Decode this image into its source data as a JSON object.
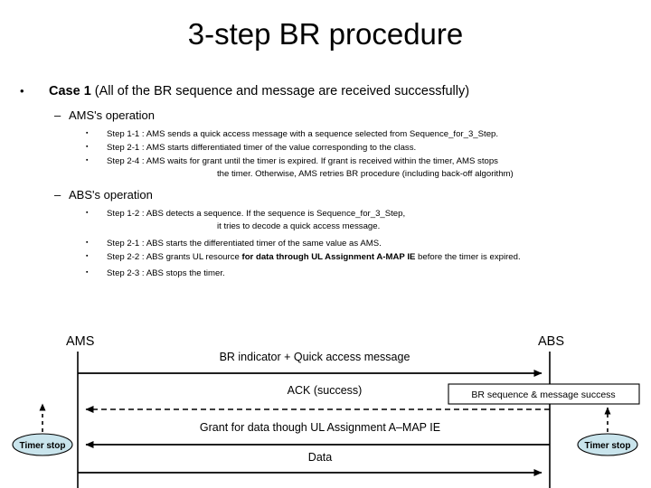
{
  "slide": {
    "title": "3-step BR procedure",
    "bullet_marker": "•",
    "dash_marker": "–",
    "square_marker": "▪"
  },
  "case": {
    "label_bold": "Case 1",
    "label_rest": "(All of the BR sequence and message are received successfully)"
  },
  "sections": [
    {
      "heading": "AMS's operation",
      "steps": [
        {
          "text": "Step 1-1 : AMS sends a quick access message with a sequence selected from Sequence_for_3_Step.",
          "cont": ""
        },
        {
          "text": "Step 2-1 : AMS starts differentiated timer of the value corresponding to the class.",
          "cont": ""
        },
        {
          "text": "Step 2-4 : AMS waits for grant until the timer is expired. If grant is received within the timer, AMS stops",
          "cont": "the timer. Otherwise, AMS retries BR procedure (including back-off  algorithm)"
        }
      ]
    },
    {
      "heading": "ABS's operation",
      "steps": [
        {
          "text": "Step 1-2 : ABS detects a sequence. If the sequence is Sequence_for_3_Step,",
          "cont": "it tries to decode a quick access message."
        },
        {
          "text": "Step 2-1 : ABS starts the differentiated timer of the same value as AMS.",
          "cont": ""
        },
        {
          "text_pre": "Step 2-2 : ABS grants UL resource ",
          "text_bold": "for data through UL Assignment A-MAP IE",
          "text_post": " before the timer is expired.",
          "cont": ""
        },
        {
          "text": "Step 2-3 : ABS stops the timer.",
          "cont": ""
        }
      ]
    }
  ],
  "diagram": {
    "actor_left": "AMS",
    "actor_right": "ABS",
    "messages": [
      {
        "name": "br-indicator",
        "label": "BR indicator + Quick access message",
        "direction": "right",
        "style": "solid"
      },
      {
        "name": "ack-success",
        "label": "ACK (success)",
        "direction": "left",
        "style": "dashed"
      },
      {
        "name": "grant-ul",
        "label": "Grant for data though UL Assignment A–MAP IE",
        "direction": "left",
        "style": "solid"
      },
      {
        "name": "data",
        "label": "Data",
        "direction": "right",
        "style": "solid"
      }
    ],
    "note_box": "BR sequence & message success",
    "timer_left": "Timer stop",
    "timer_right": "Timer stop",
    "colors": {
      "timer_fill": "#c9e4ec",
      "line": "#000000",
      "note_fill": "#ffffff"
    }
  }
}
